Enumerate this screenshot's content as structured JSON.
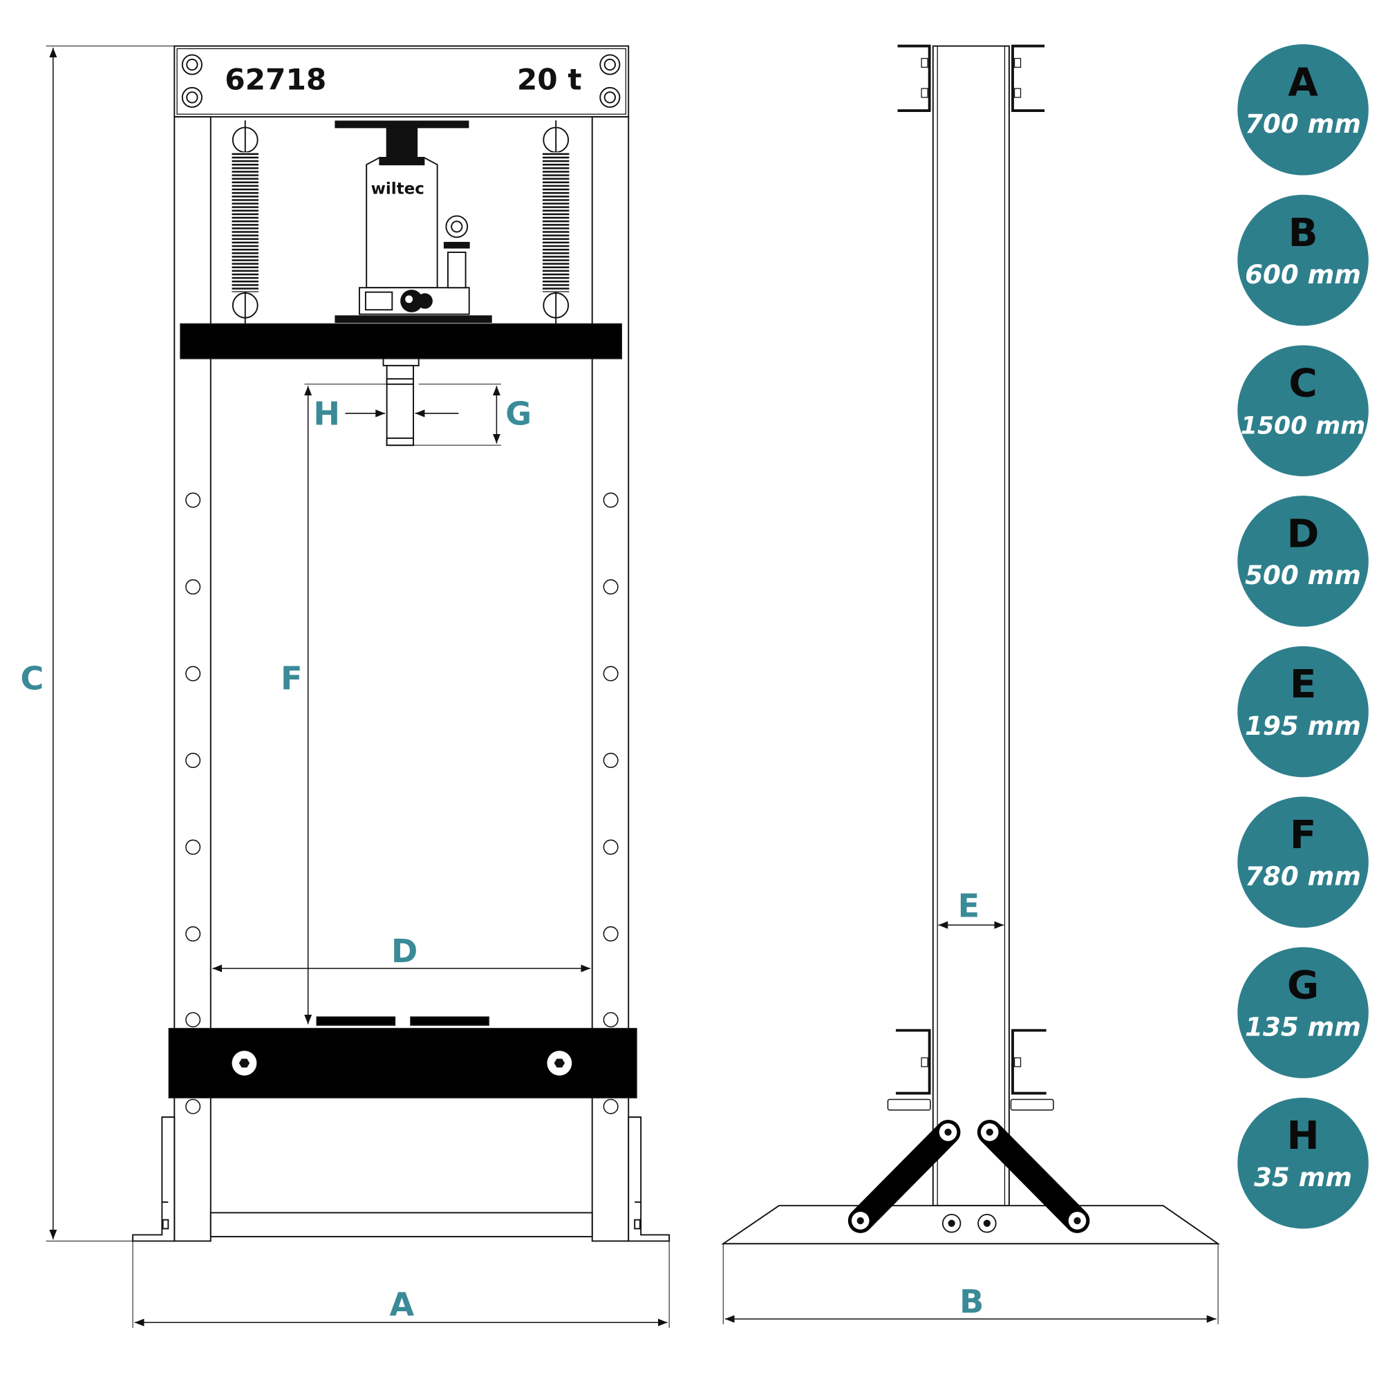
{
  "front_view": {
    "model_number": "62718",
    "capacity": "20 t",
    "brand": "wiltec"
  },
  "dimension_labels": {
    "A": "A",
    "B": "B",
    "C": "C",
    "D": "D",
    "E": "E",
    "F": "F",
    "G": "G",
    "H": "H"
  },
  "legend": [
    {
      "letter": "A",
      "value": "700 mm"
    },
    {
      "letter": "B",
      "value": "600 mm"
    },
    {
      "letter": "C",
      "value": "1500 mm"
    },
    {
      "letter": "D",
      "value": "500 mm"
    },
    {
      "letter": "E",
      "value": "195 mm"
    },
    {
      "letter": "F",
      "value": "780 mm"
    },
    {
      "letter": "G",
      "value": "135 mm"
    },
    {
      "letter": "H",
      "value": "35 mm"
    }
  ],
  "colors": {
    "accent": "#3a8a97",
    "badge_fill": "#2e7f8c",
    "line": "#111111",
    "thin_line": "#555555"
  }
}
